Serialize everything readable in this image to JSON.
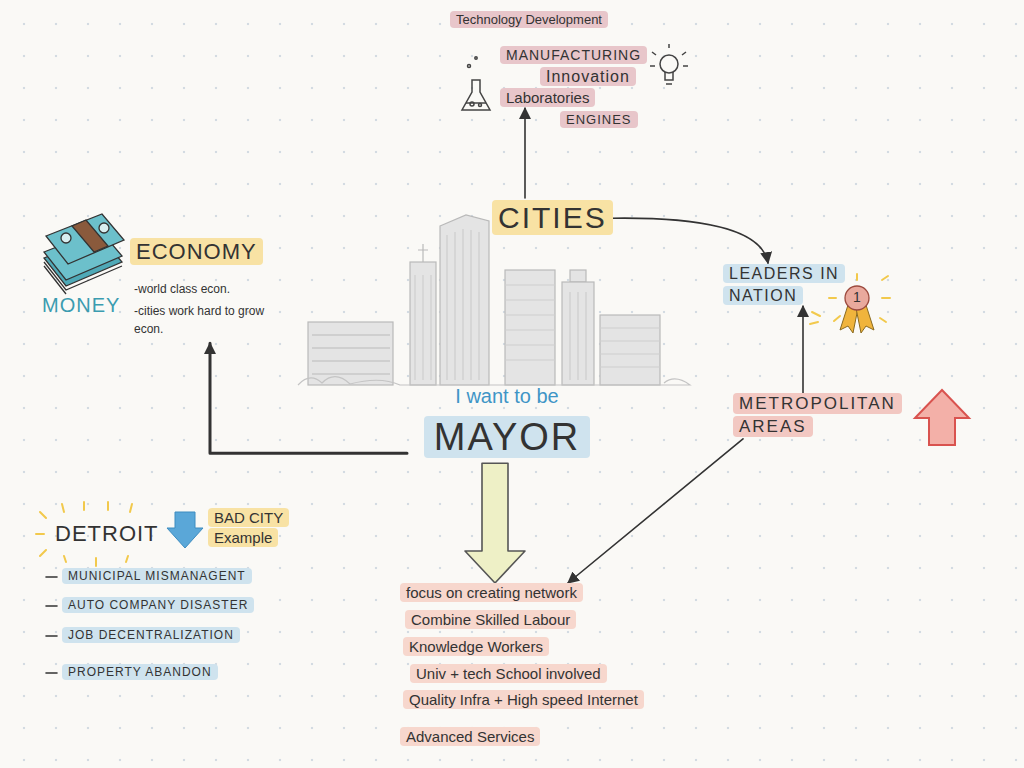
{
  "diagram": {
    "nodes": [
      {
        "text": [
          "Technology Development"
        ]
      },
      {
        "text": [
          "MANUFACTURING"
        ]
      },
      {
        "text": [
          "Innovation"
        ]
      },
      {
        "text": [
          "Laboratories"
        ]
      },
      {
        "text": [
          "ENGINES"
        ]
      },
      {
        "text": [
          "CITIES"
        ]
      },
      {
        "text": [
          "ECONOMY",
          "-world class econ.",
          "-cities work hard to grow econ."
        ]
      },
      {
        "text": [
          "LEADERS IN NATION"
        ]
      },
      {
        "text": [
          "I want to be",
          "MAYOR"
        ]
      },
      {
        "text": [
          "METROPOLITAN AREAS"
        ]
      },
      {
        "text": [
          "BAD CITY Example"
        ]
      },
      {
        "text": [
          "MUNICIPAL MISMANAGENT"
        ]
      },
      {
        "text": [
          "AUTO COMPANY DISASTER"
        ]
      },
      {
        "text": [
          "JOB DECENTRALIZATION"
        ]
      },
      {
        "text": [
          "PROPERTY ABANDON"
        ]
      },
      {
        "text": [
          "focus on creating network"
        ]
      },
      {
        "text": [
          "Combine Skilled Labour"
        ]
      },
      {
        "text": [
          "Knowledge Workers"
        ]
      },
      {
        "text": [
          "Univ + tech School involved"
        ]
      },
      {
        "text": [
          "Quality Infra + High speed Internet"
        ]
      },
      {
        "text": [
          "Advanced Services"
        ]
      }
    ],
    "edges": [
      {
        "from": 5,
        "to": 3,
        "arrow": "to"
      },
      {
        "from": 5,
        "to": 7,
        "arrow": "to"
      },
      {
        "from": 9,
        "to": 7,
        "arrow": "to"
      },
      {
        "from": 8,
        "to": 6,
        "arrow": "to"
      },
      {
        "from": 8,
        "to": 15,
        "arrow": "to"
      },
      {
        "from": 9,
        "to": 15,
        "arrow": "to"
      }
    ],
    "labels": [
      "MONEY",
      "DETROIT",
      "1"
    ]
  }
}
